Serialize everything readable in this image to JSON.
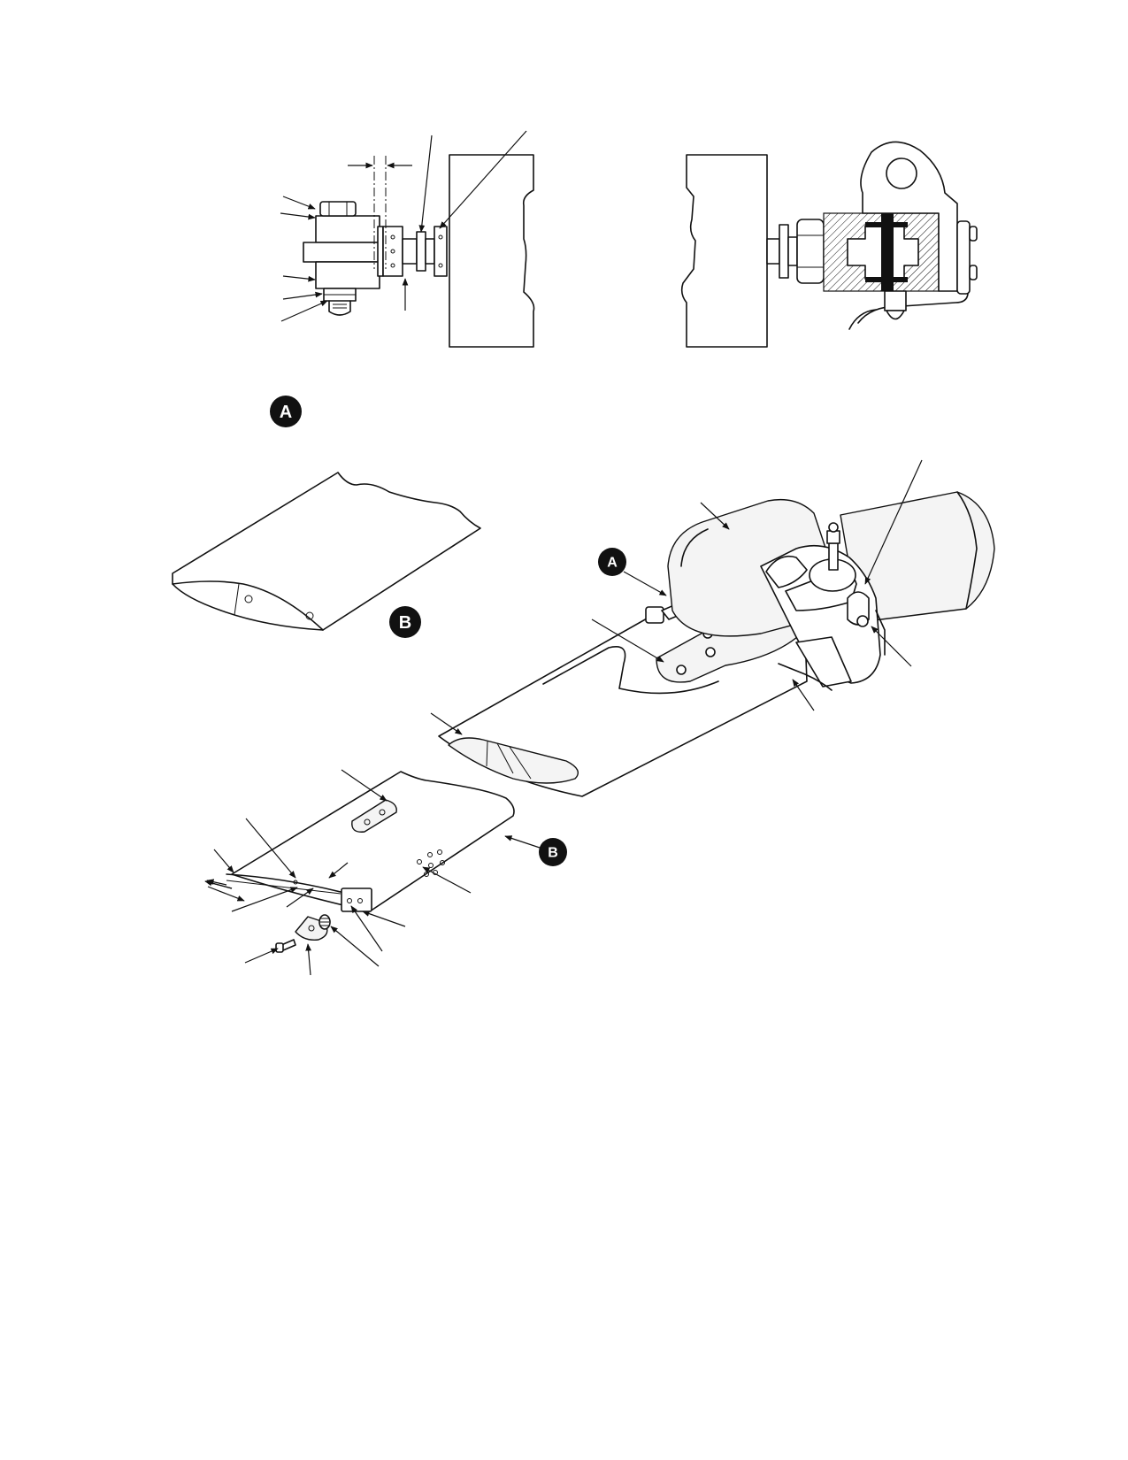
{
  "callouts": {
    "view_a": "A",
    "view_b": "B",
    "ref_a": "A",
    "ref_b": "B"
  },
  "colors": {
    "line": "#111111",
    "background": "#ffffff"
  }
}
